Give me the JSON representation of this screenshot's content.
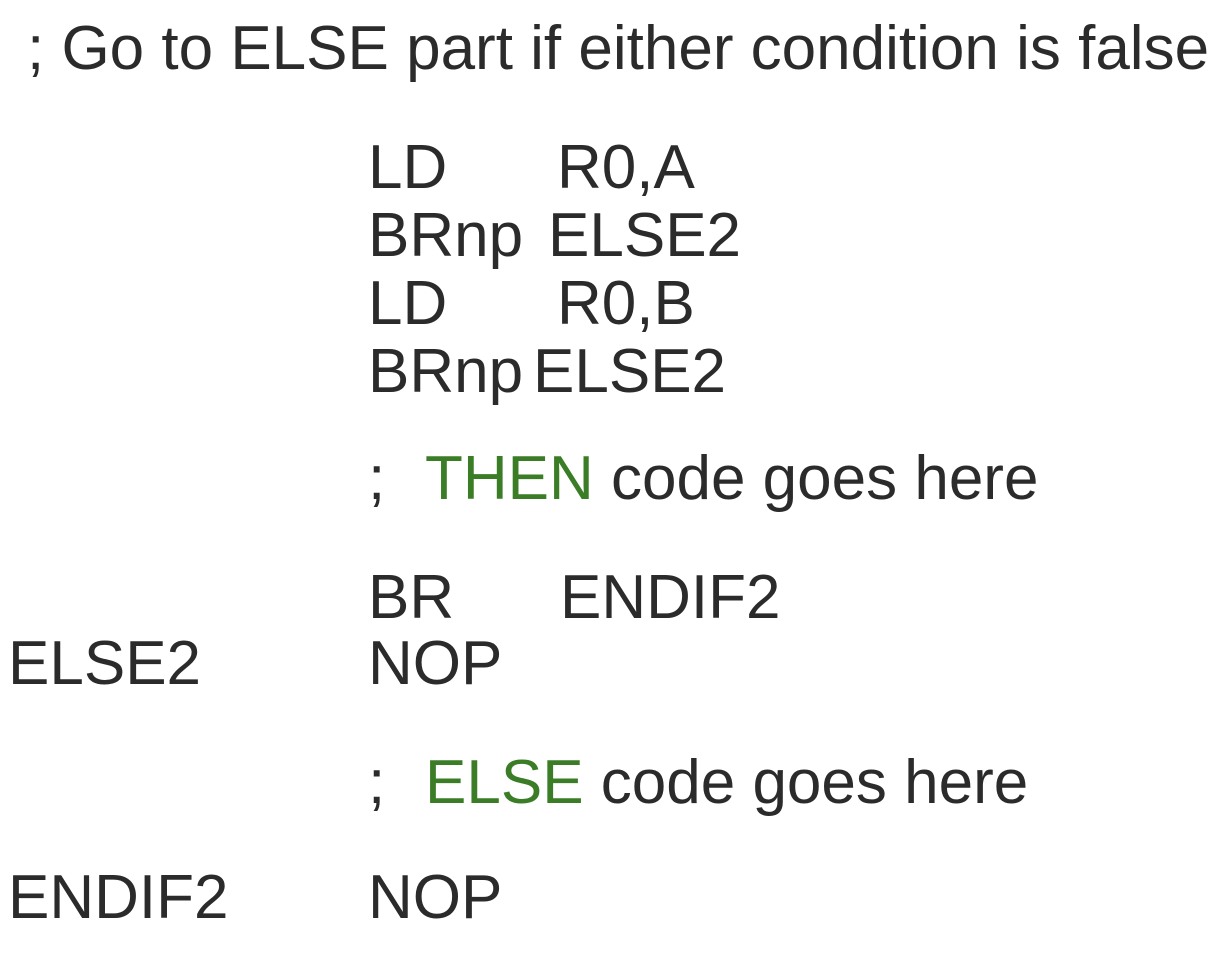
{
  "colors": {
    "background": "#ffffff",
    "text": "#2b2b2b",
    "comment_keyword_green": "#3a7d26"
  },
  "asm": {
    "header_comment": "; Go to ELSE part if either condition is false",
    "condition_tests": [
      {
        "opcode": "LD",
        "operand": "R0,A"
      },
      {
        "opcode": "BRnp",
        "operand": "ELSE2"
      },
      {
        "opcode": "LD",
        "operand": "R0,B"
      },
      {
        "opcode": "BRnp",
        "operand": "ELSE2"
      }
    ],
    "then_comment": {
      "prefix": ";",
      "keyword": "THEN",
      "rest": " code goes here"
    },
    "branch_to_endif": {
      "opcode": "BR",
      "operand": "ENDIF2"
    },
    "else_line": {
      "label": "ELSE2",
      "opcode": "NOP"
    },
    "else_comment": {
      "prefix": ";",
      "keyword": "ELSE",
      "rest": " code goes here"
    },
    "endif_line": {
      "label": "ENDIF2",
      "opcode": "NOP"
    }
  }
}
